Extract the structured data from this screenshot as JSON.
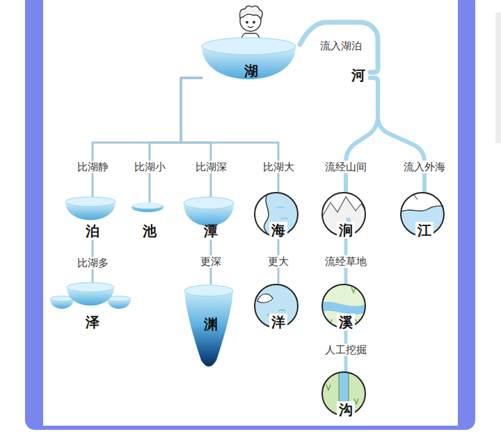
{
  "diagram": {
    "nodes": [
      {
        "text": [
          "湖"
        ]
      },
      {
        "text": [
          "河"
        ]
      },
      {
        "text": [
          "泊"
        ]
      },
      {
        "text": [
          "池"
        ]
      },
      {
        "text": [
          "潭"
        ]
      },
      {
        "text": [
          "海"
        ]
      },
      {
        "text": [
          "涧"
        ]
      },
      {
        "text": [
          "江"
        ]
      },
      {
        "text": [
          "泽"
        ]
      },
      {
        "text": [
          "渊"
        ]
      },
      {
        "text": [
          "洋"
        ]
      },
      {
        "text": [
          "溪"
        ]
      },
      {
        "text": [
          "沟"
        ]
      }
    ],
    "edges": [
      {
        "from": 0,
        "to": 2,
        "arrow": "none",
        "label": "比湖静"
      },
      {
        "from": 0,
        "to": 3,
        "arrow": "none",
        "label": "比湖小"
      },
      {
        "from": 0,
        "to": 4,
        "arrow": "none",
        "label": "比湖深"
      },
      {
        "from": 0,
        "to": 5,
        "arrow": "none",
        "label": "比湖大"
      },
      {
        "from": 2,
        "to": 8,
        "arrow": "none",
        "label": "比湖多"
      },
      {
        "from": 4,
        "to": 9,
        "arrow": "none",
        "label": "更深"
      },
      {
        "from": 5,
        "to": 10,
        "arrow": "none",
        "label": "更大"
      },
      {
        "from": 1,
        "to": 0,
        "arrow": "none",
        "label": "流入湖泊"
      },
      {
        "from": 1,
        "to": 6,
        "arrow": "none",
        "label": "流经山间"
      },
      {
        "from": 1,
        "to": 7,
        "arrow": "none",
        "label": "流入外海"
      },
      {
        "from": 6,
        "to": 11,
        "arrow": "none",
        "label": "流经草地"
      },
      {
        "from": 11,
        "to": 12,
        "arrow": "none",
        "label": "人工挖掘"
      }
    ]
  }
}
